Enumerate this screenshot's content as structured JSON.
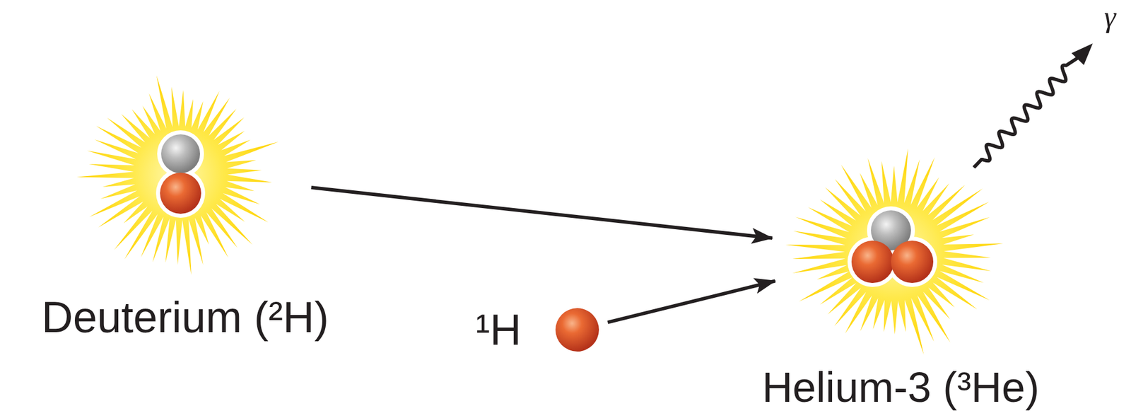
{
  "diagram": {
    "nodes": [
      {
        "text": [
          "Deuterium (²H)"
        ]
      },
      {
        "text": [
          "¹H"
        ]
      },
      {
        "text": [
          "Helium-3 (³He)"
        ]
      }
    ],
    "edges": [
      {
        "from": 0,
        "to": 2,
        "arrow": "to"
      },
      {
        "from": 1,
        "to": 2,
        "arrow": "to"
      }
    ],
    "labels": [
      "γ"
    ]
  }
}
